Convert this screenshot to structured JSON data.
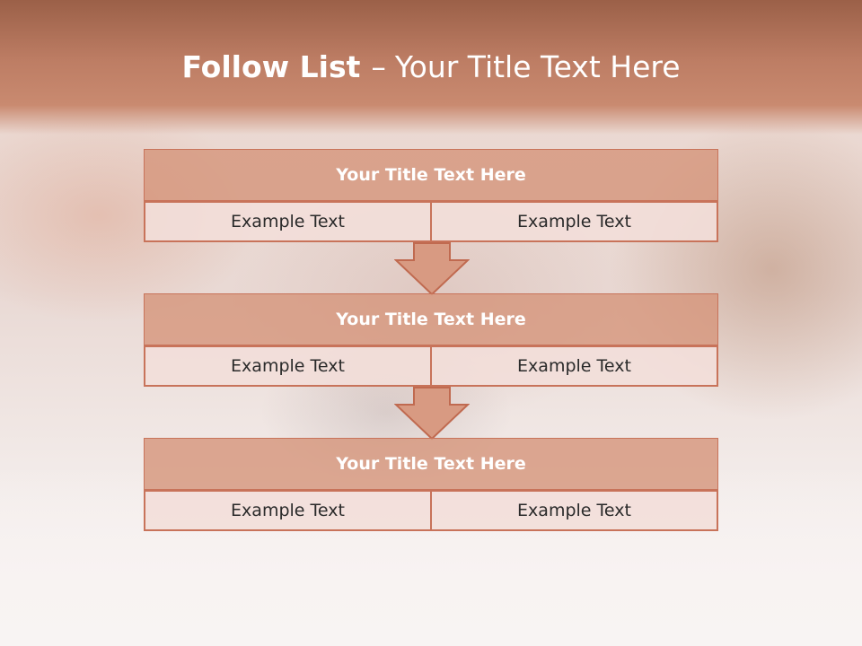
{
  "title": {
    "bold": "Follow List",
    "separator": "–",
    "rest": "Your Title Text Here"
  },
  "steps": [
    {
      "title": "Your Title Text Here",
      "left": "Example Text",
      "right": "Example Text"
    },
    {
      "title": "Your Title Text Here",
      "left": "Example Text",
      "right": "Example Text"
    },
    {
      "title": "Your Title Text Here",
      "left": "Example Text",
      "right": "Example Text"
    }
  ],
  "colors": {
    "header": "#bd7d64",
    "accent": "#c8735a",
    "title_fill": "#d6967d",
    "cell_fill": "#f2deda"
  }
}
